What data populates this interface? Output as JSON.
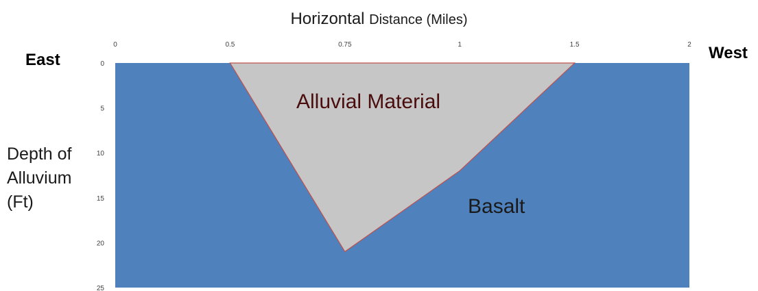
{
  "title_main": "Horizontal",
  "title_rest": "Distance (Miles)",
  "east": "East",
  "west": "West",
  "ylabel_lines": [
    "Depth of",
    "Alluvium",
    "(Ft)"
  ],
  "region_labels": {
    "alluvial": "Alluvial Material",
    "basalt": "Basalt"
  },
  "colors": {
    "basalt": "#4f81bd",
    "alluvial": "#c6c6c6",
    "boundary": "#c0504d"
  },
  "chart_data": {
    "type": "area",
    "x_ticks": [
      "0",
      "0.5",
      "0.75",
      "1",
      "1.5",
      "2"
    ],
    "y_ticks": [
      "0",
      "5",
      "10",
      "15",
      "20",
      "25"
    ],
    "ylim": [
      0,
      25
    ],
    "y_inverted": true,
    "series": [
      {
        "name": "Alluvial Material",
        "x_category": [
          "0.5",
          "0.75",
          "1",
          "1.5"
        ],
        "depth": [
          0,
          21,
          12,
          0
        ]
      },
      {
        "name": "Basalt",
        "fill_to_depth": 25
      }
    ]
  }
}
